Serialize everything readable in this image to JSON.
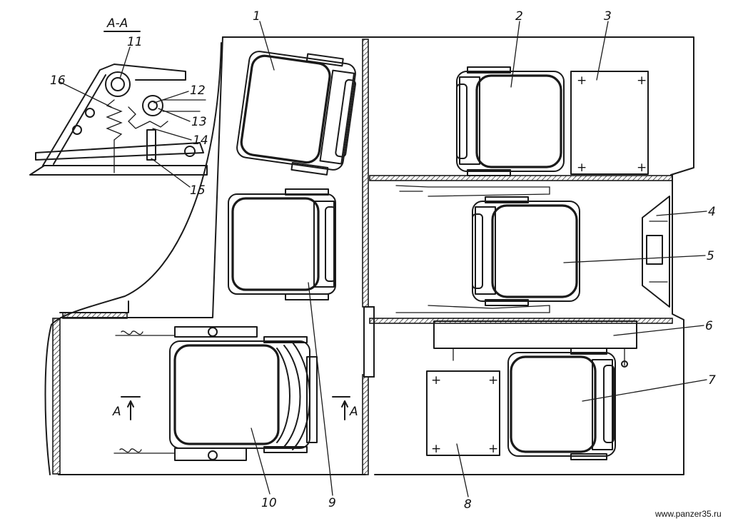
{
  "section_title": "A-A",
  "section_mark_left": "A",
  "section_mark_right": "A",
  "callouts": [
    "1",
    "2",
    "3",
    "4",
    "5",
    "6",
    "7",
    "8",
    "9",
    "10",
    "11",
    "12",
    "13",
    "14",
    "15",
    "16"
  ],
  "watermark": "www.panzer35.ru"
}
